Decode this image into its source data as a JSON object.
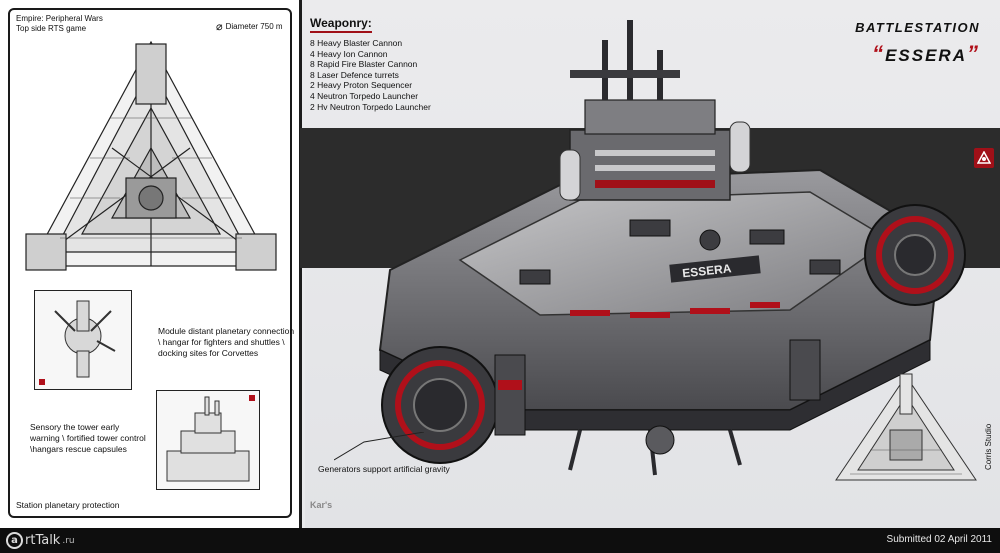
{
  "left_panel": {
    "game_title": [
      "Empire: Peripheral Wars",
      "Top side RTS game"
    ],
    "diameter_label": "Diameter 750 m",
    "callouts": {
      "module": "Module distant planetary connection \\ hangar for fighters and shuttles \\ docking sites for Corvettes",
      "sensory": "Sensory the tower early warning \\ fortified tower control \\hangars rescue capsules"
    },
    "station_note": "Station planetary protection"
  },
  "weaponry": {
    "title": "Weaponry:",
    "items": [
      "8 Heavy Blaster Cannon",
      "4 Heavy Ion Cannon",
      "8 Rapid Fire Blaster Cannon",
      "8 Laser Defence turrets",
      "2 Heavy Proton Sequencer",
      "4 Neutron Torpedo Launcher",
      "2 Hv Neutron Torpedo Launcher"
    ]
  },
  "brand": {
    "line1": "BATTLESTATION",
    "line2": "ESSERA",
    "open_quote": "“",
    "close_quote": "”"
  },
  "ship_label": "ESSERA",
  "generators_label": "Generators support artificial gravity",
  "studio": "Corris Studio",
  "watermark": "Kar's",
  "footer": {
    "logo_letter": "a",
    "logo_text": "rtTalk",
    "logo_suffix": ".ru",
    "submitted": "Submitted 02 April 2011"
  },
  "colors": {
    "accent_red": "#b0101a",
    "dark": "#2c2c2c",
    "panel": "#ffffff"
  }
}
